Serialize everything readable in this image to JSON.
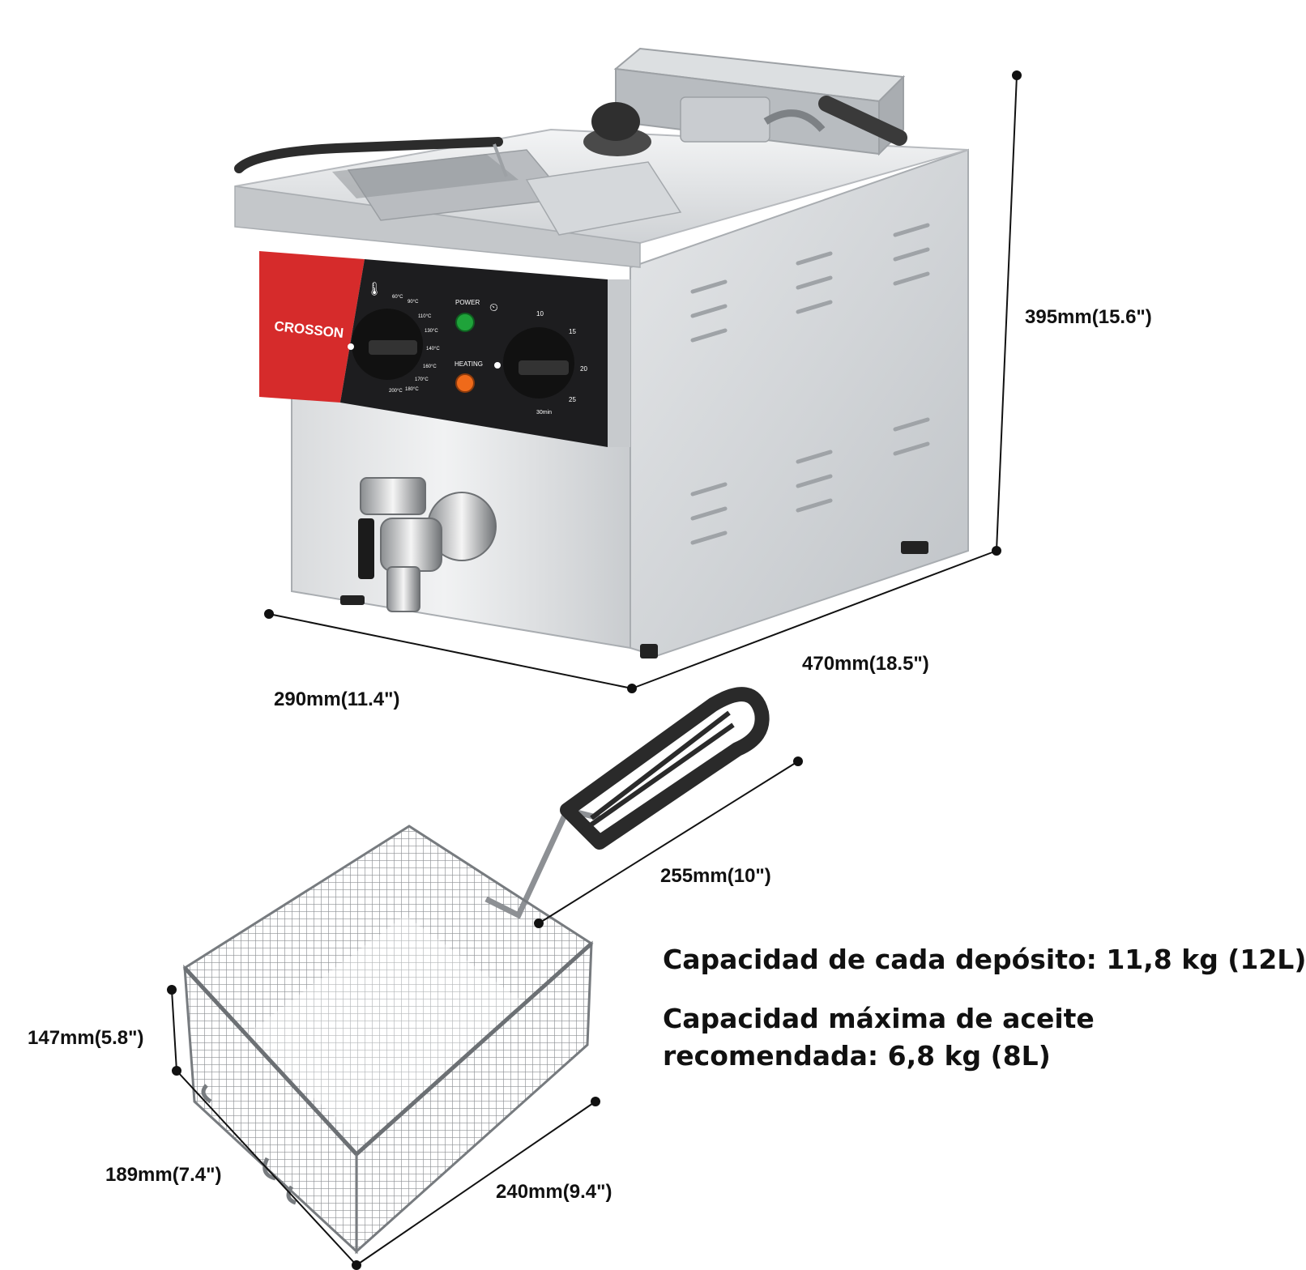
{
  "brand": {
    "logo_text": "CROSSON",
    "accent_color": "#d62b2b"
  },
  "control_panel": {
    "power_label": "POWER",
    "heating_label": "HEATING",
    "thermostat_icon": "thermometer-icon",
    "timer_icon": "clock-icon",
    "power_light_color": "#1fa33a",
    "heating_light_color": "#ef6a1a",
    "temperature_marks": [
      "60°C",
      "90°C",
      "110°C",
      "130°C",
      "140°C",
      "160°C",
      "170°C",
      "180°C",
      "200°C"
    ],
    "timer_marks": [
      "10",
      "15",
      "20",
      "25",
      "30min"
    ]
  },
  "dimensions": {
    "height": "395mm(15.6\")",
    "depth": "470mm(18.5\")",
    "width": "290mm(11.4\")",
    "handle": "255mm(10\")",
    "basket_height": "147mm(5.8\")",
    "basket_width": "189mm(7.4\")",
    "basket_length": "240mm(9.4\")"
  },
  "capacity": {
    "tank_line": "Capacidad de cada depósito: 11,8 kg (12L)",
    "oil_line_1": "Capacidad máxima de aceite",
    "oil_line_2": "recomendada: 6,8 kg (8L)"
  }
}
